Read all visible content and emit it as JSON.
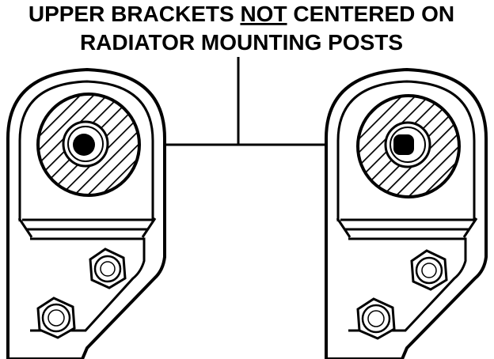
{
  "caption": {
    "line1_a": "UPPER BRACKETS ",
    "line1_b": "NOT",
    "line1_c": " CENTERED ON",
    "line2": "RADIATOR MOUNTING POSTS"
  },
  "colors": {
    "ink": "#000000",
    "paper": "#ffffff"
  }
}
